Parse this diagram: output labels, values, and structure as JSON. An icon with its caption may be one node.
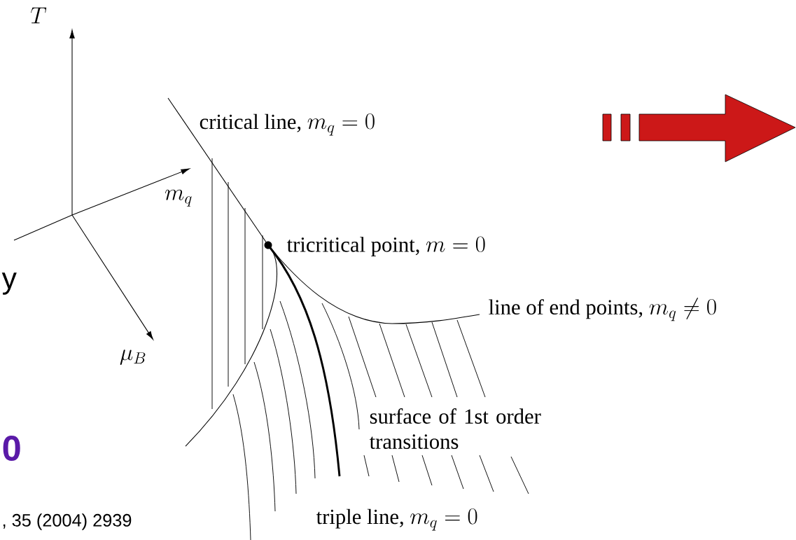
{
  "diagram": {
    "labels": [
      "T",
      "\\mbox{critical line, } m_q = 0",
      "m_q",
      "\\mbox{tricritical point, } m = 0",
      "y",
      "\\mbox{line of end points, } m_q \\neq 0",
      "\\mu_B",
      "surface of 1st order transitions",
      "0",
      ", 35 (2004) 2939",
      "\\mbox{triple line, } m_q = 0"
    ]
  }
}
